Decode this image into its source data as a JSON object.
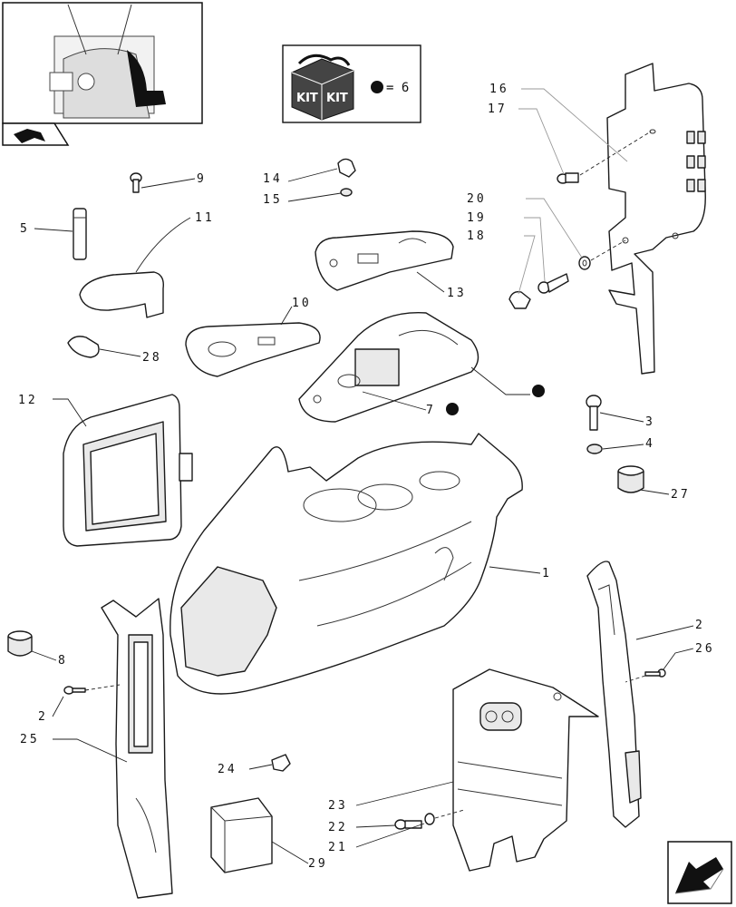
{
  "kit": {
    "label_left": "KIT",
    "label_right": "KIT",
    "legend_text": "= 6"
  },
  "callouts": {
    "c1": "1",
    "c2a": "2",
    "c2b": "2",
    "c3": "3",
    "c4": "4",
    "c5": "5",
    "c7": "7",
    "c8": "8",
    "c9": "9",
    "c10": "10",
    "c11": "11",
    "c12": "12",
    "c13": "13",
    "c14": "14",
    "c15": "15",
    "c16": "16",
    "c17": "17",
    "c18": "18",
    "c19": "19",
    "c20": "20",
    "c21": "21",
    "c22": "22",
    "c23": "23",
    "c24": "24",
    "c25": "25",
    "c26": "26",
    "c27": "27",
    "c28": "28",
    "c29": "29"
  },
  "icons": {
    "thumbnail": "tractor-cab-thumbnail-icon",
    "kit_box": "kit-box-icon",
    "next_page": "next-page-arrow-icon",
    "prev_page": "prev-page-arrow-icon"
  },
  "colors": {
    "ink": "#1a1a1a",
    "shade": "#e9e9e9"
  }
}
